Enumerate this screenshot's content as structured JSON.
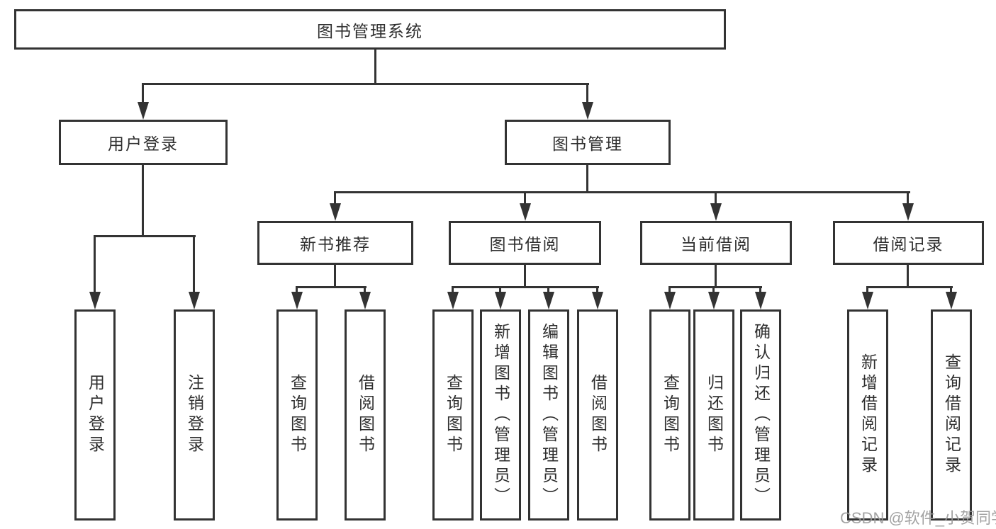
{
  "tree": {
    "root": {
      "label": "图书管理系统"
    },
    "level2": [
      {
        "label": "用户登录",
        "children": [
          {
            "label": "用户登录"
          },
          {
            "label": "注销登录"
          }
        ]
      },
      {
        "label": "图书管理",
        "children": [
          {
            "label": "新书推荐",
            "children": [
              {
                "label": "查询图书"
              },
              {
                "label": "借阅图书"
              }
            ]
          },
          {
            "label": "图书借阅",
            "children": [
              {
                "label": "查询图书"
              },
              {
                "label": "新增图书（管理员）"
              },
              {
                "label": "编辑图书（管理员）"
              },
              {
                "label": "借阅图书"
              }
            ]
          },
          {
            "label": "当前借阅",
            "children": [
              {
                "label": "查询图书"
              },
              {
                "label": "归还图书"
              },
              {
                "label": "确认归还（管理员）"
              }
            ]
          },
          {
            "label": "借阅记录",
            "children": [
              {
                "label": "新增借阅记录"
              },
              {
                "label": "查询借阅记录"
              }
            ]
          }
        ]
      }
    ]
  },
  "watermark": {
    "text": "CSDN @软件_小贺同学"
  },
  "colors": {
    "line": "#333333",
    "text": "#2f2f2f",
    "box_bg": "#ffffff",
    "watermark": "#9a9a9a",
    "background": "#ffffff"
  }
}
